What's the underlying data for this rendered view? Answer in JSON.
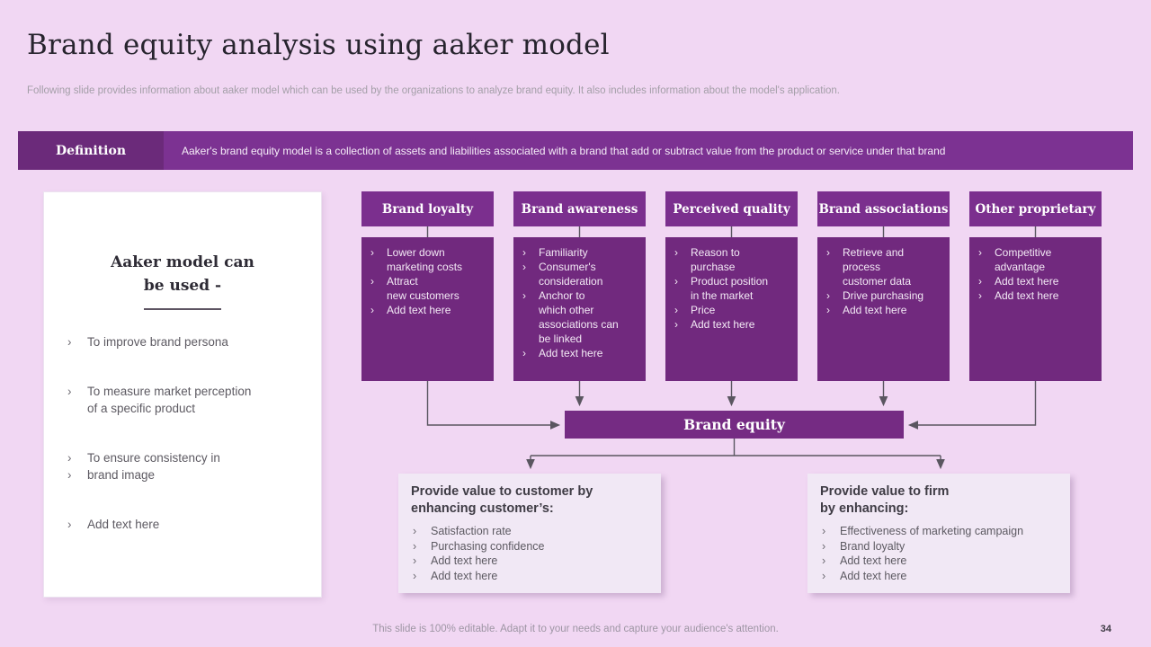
{
  "slide": {
    "title": "Brand equity analysis using aaker model",
    "subtitle": "Following slide provides information about aaker model which can be used by the organizations to analyze brand equity. It also includes information about the model's application.",
    "footer_note": "This slide is 100% editable. Adapt it to your needs and capture your audience's attention.",
    "page_number": "34"
  },
  "definition": {
    "label": "Definition",
    "text": "Aaker's brand equity model is a collection of assets and liabilities associated with a brand that add or subtract value from the product or service under that brand"
  },
  "left_card": {
    "heading": "Aaker model can\nbe used -",
    "items": [
      "To improve brand persona",
      "To measure market perception\nof a specific product",
      "To ensure consistency in",
      "brand image",
      "Add text here"
    ]
  },
  "columns": [
    {
      "title": "Brand loyalty",
      "items": [
        "Lower down\nmarketing costs",
        "Attract\nnew customers",
        "Add text here"
      ]
    },
    {
      "title": "Brand awareness",
      "items": [
        "Familiarity",
        "Consumer's\nconsideration",
        "Anchor to\nwhich other\nassociations can\nbe linked",
        "Add text here"
      ]
    },
    {
      "title": "Perceived quality",
      "items": [
        "Reason to\npurchase",
        "Product position\nin the market",
        "Price",
        "Add text here"
      ]
    },
    {
      "title": "Brand associations",
      "items": [
        "Retrieve and\nprocess\ncustomer data",
        "Drive purchasing",
        "Add text here"
      ]
    },
    {
      "title": "Other proprietary",
      "items": [
        "Competitive\nadvantage",
        "Add text here",
        "Add text here"
      ]
    }
  ],
  "center_box": {
    "label": "Brand equity"
  },
  "outcome_boxes": [
    {
      "heading": "Provide value to customer by\nenhancing customer’s:",
      "items": [
        "Satisfaction rate",
        "Purchasing confidence",
        "Add text here",
        "Add text here"
      ]
    },
    {
      "heading": "Provide value to firm\nby enhancing:",
      "items": [
        "Effectiveness of marketing campaign",
        "Brand loyalty",
        "Add text here",
        "Add text here"
      ]
    }
  ],
  "ui": {
    "bullet": "›"
  },
  "colors": {
    "slide_background": "#f1d7f3",
    "definition_label_bg": "#6b2a7a",
    "definition_bar_bg": "#7c3292",
    "column_header_bg": "#7b2f8e",
    "column_body_bg": "#71297e",
    "equity_box_bg": "#752b83",
    "outcome_box_bg": "#f1e8f5",
    "connector_line": "#5a5660",
    "body_text_gray": "#5d5a62"
  }
}
